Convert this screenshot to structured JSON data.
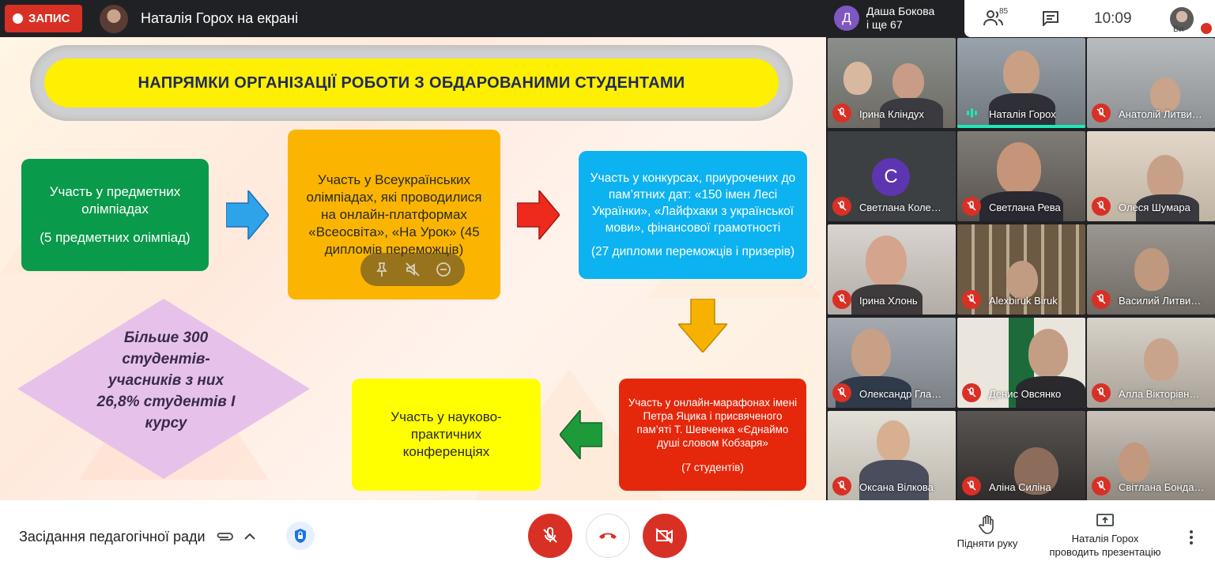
{
  "topbar": {
    "record_label": "ЗАПИС",
    "presenter_title": "Наталія Горох на екрані",
    "participant_initial": "Д",
    "participant_name_line1": "Даша Бокова",
    "participant_name_line2": "і ще 67",
    "people_count": "85",
    "time": "10:09",
    "self_label": "Ви"
  },
  "slide": {
    "title": "НАПРЯМКИ ОРГАНІЗАЦІЇ РОБОТИ З ОБДАРОВАНИМИ СТУДЕНТАМИ",
    "green_line1": "Участь у предметних олімпіадах",
    "green_line2": "(5 предметних олімпіад)",
    "orange_text": "Участь у Всеукраїнських олімпіадах, які проводилися на онлайн-платформах «Всеосвіта», «На Урок» (45 дипломів переможців)",
    "blue_line1": "Участь у конкурсах, приурочених до пам’ятних дат: «150 імен Лесі Українки», «Лайфхаки з української мови», фінансової грамотності",
    "blue_line2": "(27 дипломи переможців і призерів)",
    "red_line1": "Участь у онлайн-марафонах імені Петра Яцика і присвяченого пам’яті Т. Шевченка «Єднаймо душі словом Кобзаря»",
    "red_line2": "(7 студентів)",
    "yellow_text": "Участь у науково-практичних конференціях",
    "diamond_text": "Більше 300 студентів-учасників з них 26,8% студентів І курсу"
  },
  "tiles": [
    {
      "name": "Ірина Кліндух",
      "muted": true
    },
    {
      "name": "Наталія Горох",
      "muted": false
    },
    {
      "name": "Анатолій Литви…",
      "muted": true
    },
    {
      "name": "Светлана Коле…",
      "muted": true,
      "initial": "С"
    },
    {
      "name": "Светлана Рева",
      "muted": true
    },
    {
      "name": "Олеся Шумара",
      "muted": true
    },
    {
      "name": "Ірина Хлонь",
      "muted": true
    },
    {
      "name": "Alexbiruk Biruk",
      "muted": true
    },
    {
      "name": "Василий Литви…",
      "muted": true
    },
    {
      "name": "Олександр Гла…",
      "muted": true
    },
    {
      "name": "Денис Овсянко",
      "muted": true
    },
    {
      "name": "Алла Вікторівн…",
      "muted": true
    },
    {
      "name": "Оксана Вілкова",
      "muted": true
    },
    {
      "name": "Аліна Силіна",
      "muted": true
    },
    {
      "name": "Світлана Бонда…",
      "muted": true
    }
  ],
  "bottombar": {
    "meeting_name": "Засідання педагогічної ради",
    "raise_hand_label": "Підняти руку",
    "present_line1": "Наталія Горох",
    "present_line2": "проводить презентацію"
  },
  "colors": {
    "record_red": "#d93025",
    "active_speaker": "#1de9b6",
    "avatar_purple": "#5e35b1"
  }
}
